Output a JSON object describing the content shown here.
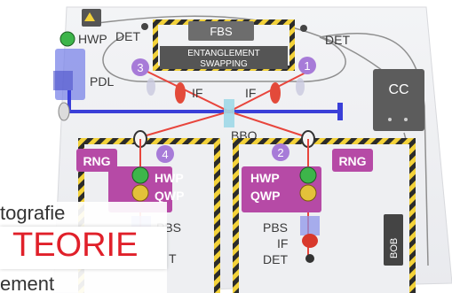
{
  "labels": {
    "hwp_top": "HWP",
    "det_left": "DET",
    "det_right": "DET",
    "fbs": "FBS",
    "entanglement": "ENTANGLEMENT",
    "swapping": "SWAPPING",
    "pdl": "PDL",
    "cc": "CC",
    "if_left": "IF",
    "if_right": "IF",
    "bbo": "BBO",
    "rng_left": "RNG",
    "rng_right": "RNG",
    "hwp_left": "HWP",
    "qwp_left": "QWP",
    "hwp_right": "HWP",
    "qwp_right": "QWP",
    "pbs_left": "PBS",
    "pbs_right": "PBS",
    "if_bottom": "IF",
    "det_bottom": "DET",
    "bob": "BOB",
    "t_left": "T"
  },
  "markers": [
    "1",
    "2",
    "3",
    "4"
  ],
  "overlay": {
    "line1": "tografie",
    "line2": "TEORIE",
    "line3": "ement"
  },
  "colors": {
    "overlay_red": "#e0202a",
    "purple": "#b64aa6",
    "laser_red": "#e8453c",
    "laser_blue": "#3a3fd8",
    "hazard_yellow": "#f3d23a"
  }
}
